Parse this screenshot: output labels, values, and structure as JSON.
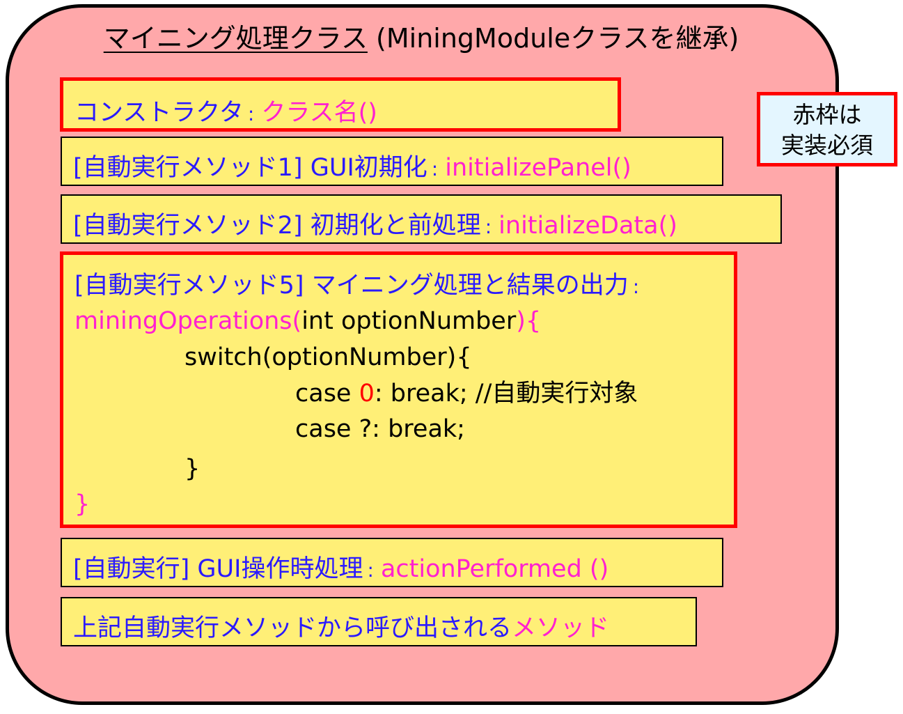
{
  "title": {
    "japanese": "マイニング処理クラス",
    "suffix": " (MiningModuleクラスを継承)"
  },
  "note": {
    "line1": "赤枠は",
    "line2": "実装必須"
  },
  "constructor": {
    "label": "コンストラクタ",
    "colon": ":",
    "method": "クラス名()"
  },
  "method1": {
    "label": "[自動実行メソッド1] GUI初期化",
    "colon": ":",
    "method": "initializePanel()"
  },
  "method2": {
    "label": "[自動実行メソッド2] 初期化と前処理",
    "colon": ":",
    "method": "initializeData()"
  },
  "method5": {
    "label": "[自動実行メソッド5] マイニング処理と結果の出力",
    "colon": ":",
    "sig_name": "miningOperations(",
    "sig_param": "int optionNumber",
    "sig_close": "){",
    "switch_line": "switch(optionNumber){",
    "case0_pre": "case ",
    "case0_num": "0",
    "case0_post": ": break;  //自動実行対象",
    "case_other": "case ?: break;",
    "switch_close": "}",
    "method_close": "}"
  },
  "action": {
    "label": "[自動実行] GUI操作時処理",
    "colon": ":",
    "method": "actionPerformed ()"
  },
  "called": {
    "label": "上記自動実行メソッドから呼び出される",
    "method": "メソッド"
  },
  "colors": {
    "outer_fill": "#ffa8aa",
    "box_fill": "#ffef77",
    "required_border": "#ff0000",
    "label_text": "#2a1aff",
    "method_text": "#ff20d0",
    "note_fill": "#e4f6ff"
  }
}
